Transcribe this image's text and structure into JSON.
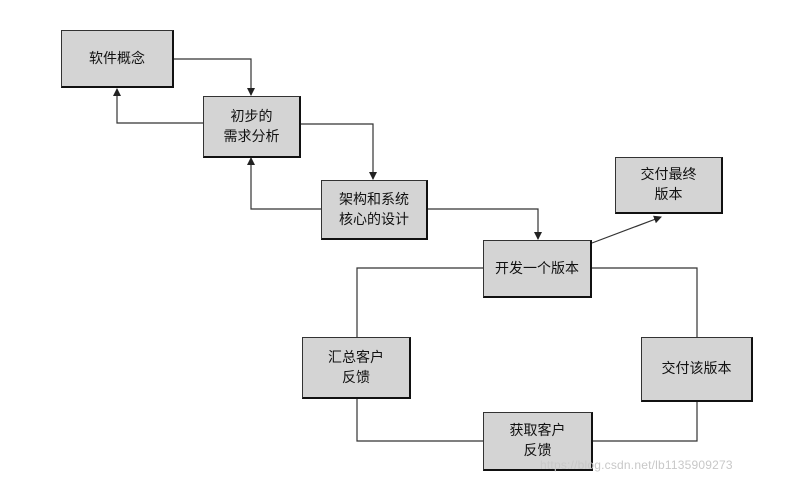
{
  "nodes": {
    "concept": [
      "软件概念"
    ],
    "initial_analysis": [
      "初步的",
      "需求分析"
    ],
    "architecture": [
      "架构和系统",
      "核心的设计"
    ],
    "develop": [
      "开发一个版本"
    ],
    "deliver_final": [
      "交付最终",
      "版本"
    ],
    "collect_feedback": [
      "汇总客户",
      "反馈"
    ],
    "deliver_version": [
      "交付该版本"
    ],
    "get_feedback": [
      "获取客户",
      "反馈"
    ]
  },
  "watermark": "https://blog.csdn.net/lb1135909273",
  "colors": {
    "box_fill": "#d4d4d4",
    "box_border": "#111111",
    "line": "#333333",
    "watermark": "#c8c8c8"
  }
}
